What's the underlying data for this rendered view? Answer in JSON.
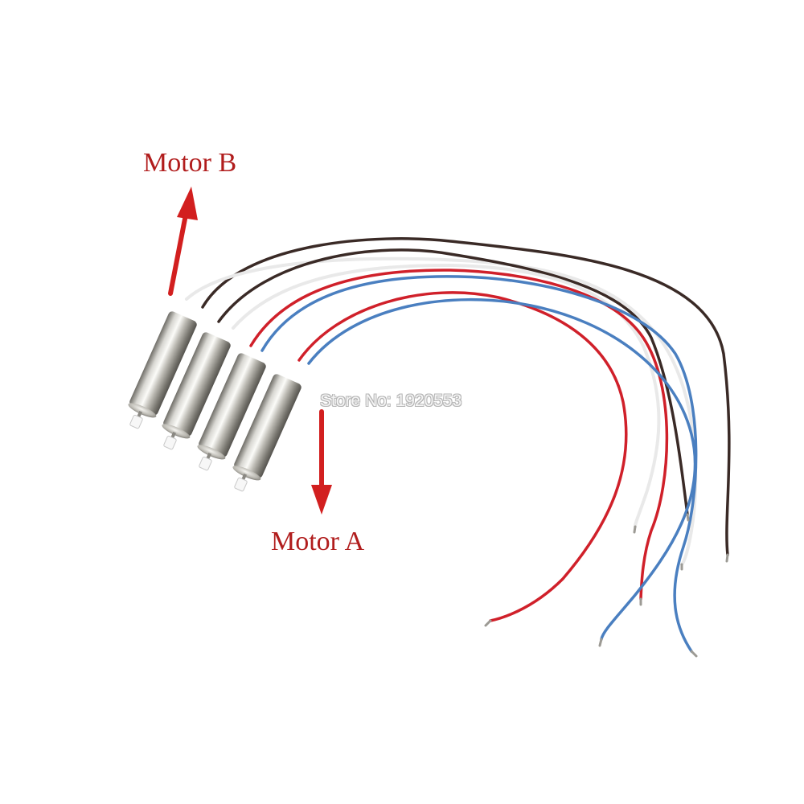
{
  "labels": {
    "motor_b": "Motor B",
    "motor_a": "Motor A",
    "watermark": "Store No: 1920553"
  },
  "colors": {
    "label_red": "#b11d1d",
    "arrow_red": "#d21f1f",
    "wire_red": "#d0202a",
    "wire_blue": "#4a7fc0",
    "wire_white": "#e9e9e9",
    "wire_black": "#3a2a26"
  },
  "objects": {
    "motor_count": 4
  }
}
